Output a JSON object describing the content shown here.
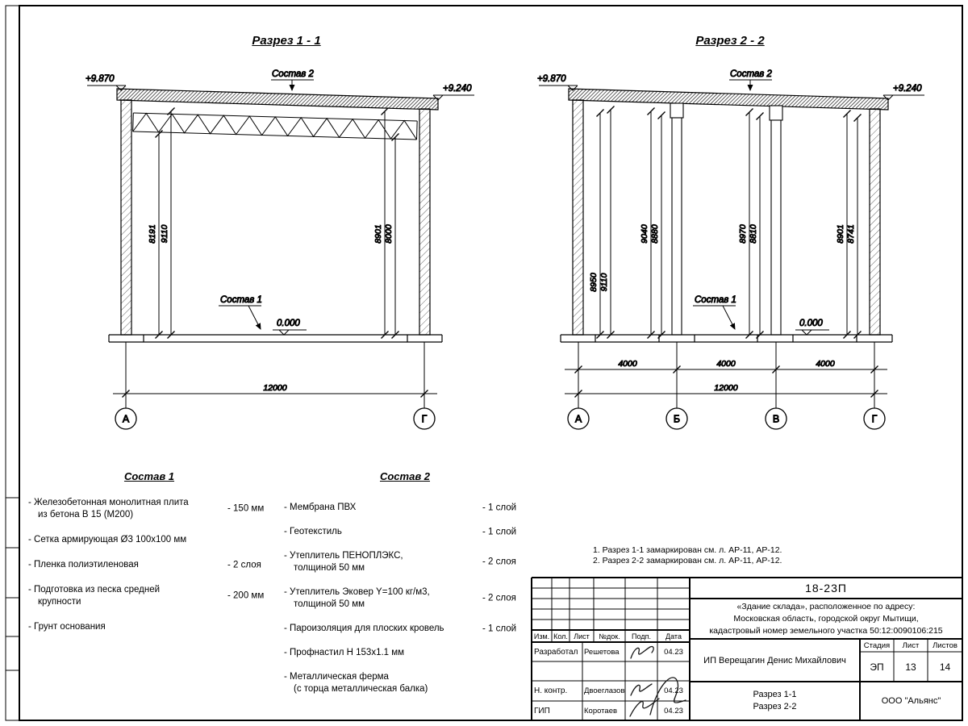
{
  "section1": {
    "title": "Разрез 1 - 1",
    "elev_top_left": "+9.870",
    "elev_top_right": "+9.240",
    "elev_zero": "0.000",
    "label_sostav2": "Состав 2",
    "label_sostav1": "Состав 1",
    "dim_v": [
      "8191",
      "9110",
      "8901",
      "8000"
    ],
    "dim_total": "12000",
    "axes": [
      "А",
      "Г"
    ]
  },
  "section2": {
    "title": "Разрез 2 - 2",
    "elev_top_left": "+9.870",
    "elev_top_right": "+9.240",
    "elev_zero": "0.000",
    "label_sostav2": "Состав 2",
    "label_sostav1": "Состав 1",
    "dim_v": [
      "8950",
      "9110",
      "9040",
      "8880",
      "8970",
      "8810",
      "8901",
      "8741"
    ],
    "dim_spans": [
      "4000",
      "4000",
      "4000"
    ],
    "dim_total": "12000",
    "axes": [
      "А",
      "Б",
      "В",
      "Г"
    ]
  },
  "sostav1": {
    "title": "Состав 1",
    "items": [
      {
        "lines": [
          "- Железобетонная  монолитная плита",
          "из бетона В 15 (М200)"
        ],
        "value": "- 150 мм"
      },
      {
        "lines": [
          "- Сетка армирующая Ø3 100x100 мм"
        ],
        "value": ""
      },
      {
        "lines": [
          "- Пленка полиэтиленовая"
        ],
        "value": "- 2 слоя"
      },
      {
        "lines": [
          "- Подготовка из песка средней",
          "крупности"
        ],
        "value": "- 200 мм"
      },
      {
        "lines": [
          "- Грунт основания"
        ],
        "value": ""
      }
    ]
  },
  "sostav2": {
    "title": "Состав 2",
    "items": [
      {
        "lines": [
          "- Мембрана ПВХ"
        ],
        "value": "- 1 слой"
      },
      {
        "lines": [
          "- Геотекстиль"
        ],
        "value": "- 1 слой"
      },
      {
        "lines": [
          "- Утеплитель ПЕНОПЛЭКС,",
          "толщиной 50 мм"
        ],
        "value": "- 2 слоя"
      },
      {
        "lines": [
          "- Утеплитель Эковер Y=100 кг/м3,",
          "толщиной 50 мм"
        ],
        "value": "- 2 слоя"
      },
      {
        "lines": [
          "- Пароизоляция для плоских кровель"
        ],
        "value": "- 1 слой"
      },
      {
        "lines": [
          "- Профнастил Н 153х1.1 мм"
        ],
        "value": ""
      },
      {
        "lines": [
          "- Металлическая ферма",
          "(с торца металлическая балка)"
        ],
        "value": ""
      }
    ]
  },
  "notes": {
    "line1": "1. Разрез 1-1 замаркирован см. л. АР-11, АР-12.",
    "line2": "2. Разрез 2-2 замаркирован см. л. АР-11, АР-12."
  },
  "titleblock": {
    "doc_number": "18-23П",
    "project_lines": [
      "«Здание склада», расположенное по адресу:",
      "Московская область, городской округ Мытищи,",
      "кадастровый номер земельного участка 50:12:0090106:215"
    ],
    "header": {
      "izm": "Изм.",
      "kol": "Кол.",
      "list": "Лист",
      "ndok": "№док.",
      "podp": "Подп.",
      "data": "Дата"
    },
    "rows": [
      {
        "role": "Разработал",
        "name": "Решетова",
        "date": "04.23"
      },
      {
        "role": "Н. контр.",
        "name": "Двоеглазов",
        "date": "04.23"
      },
      {
        "role": "ГИП",
        "name": "Коротаев",
        "date": "04.23"
      }
    ],
    "client": "ИП Верещагин Денис Михайлович",
    "stage_label": "Стадия",
    "sheet_label": "Лист",
    "sheets_label": "Листов",
    "stage": "ЭП",
    "sheet": "13",
    "sheets": "14",
    "sheet_title_lines": [
      "Разрез 1-1",
      "Разрез 2-2"
    ],
    "company": "ООО \"Альянс\""
  }
}
